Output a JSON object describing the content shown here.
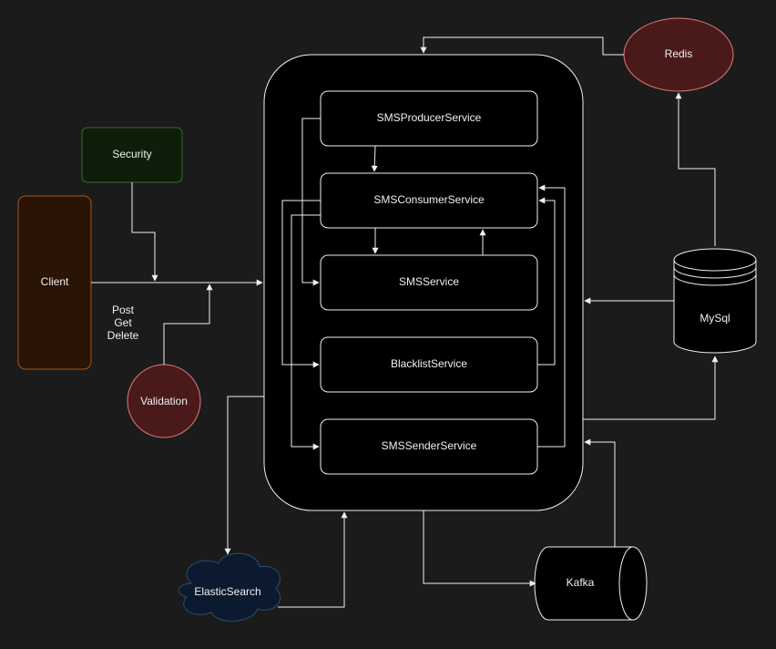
{
  "nodes": {
    "client": {
      "label": "Client",
      "fill": "#2a1406",
      "stroke": "#a0571c"
    },
    "security": {
      "label": "Security",
      "fill": "#0d1f0a",
      "stroke": "#3a6a2a"
    },
    "validation": {
      "label": "Validation",
      "fill": "#4a1a1a",
      "stroke": "#e07a7a"
    },
    "redis": {
      "label": "Redis",
      "fill": "#4a1a1a",
      "stroke": "#e07a7a"
    },
    "mysql": {
      "label": "MySql",
      "fill": "#000000",
      "stroke": "#f0f0f0"
    },
    "elasticsearch": {
      "label": "ElasticSearch",
      "fill": "#0b1a2e",
      "stroke": "#2c4d6f"
    },
    "kafka": {
      "label": "Kafka",
      "fill": "#000000",
      "stroke": "#f0f0f0"
    }
  },
  "services": [
    {
      "id": "sms-producer-service",
      "label": "SMSProducerService"
    },
    {
      "id": "sms-consumer-service",
      "label": "SMSConsumerService"
    },
    {
      "id": "sms-service",
      "label": "SMSService"
    },
    {
      "id": "blacklist-service",
      "label": "BlacklistService"
    },
    {
      "id": "sms-sender-service",
      "label": "SMSSenderService"
    }
  ],
  "edge_labels": {
    "client_methods": [
      "Post",
      "Get",
      "Delete"
    ]
  },
  "colors": {
    "background": "#1b1b1b",
    "container_fill": "#000000",
    "line": "#f0f0f0"
  }
}
